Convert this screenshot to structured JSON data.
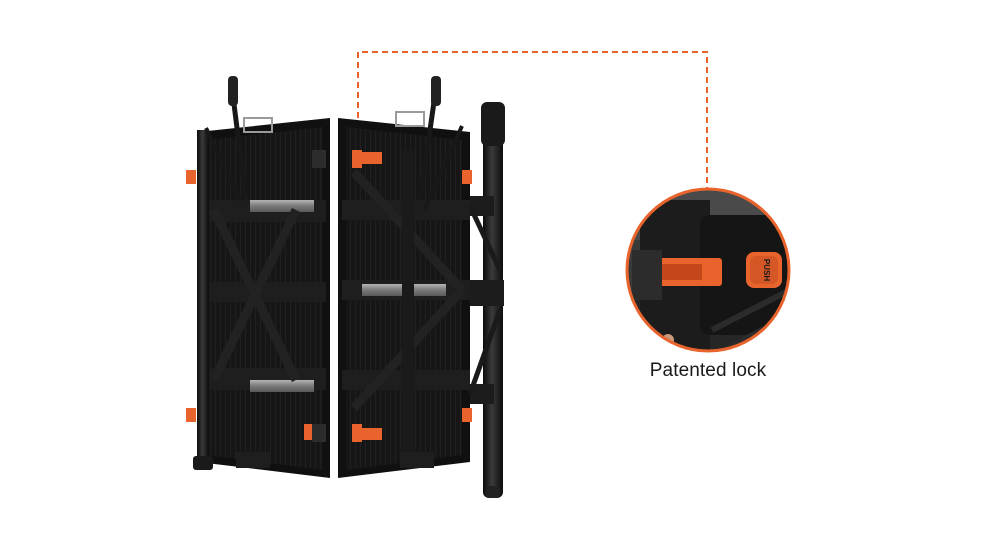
{
  "caption": {
    "text": "Patented lock"
  },
  "callout": {
    "button_text": "PUSH"
  },
  "colors": {
    "accent": "#e8642c",
    "panel": "#1b1b1b",
    "panel_dark": "#0e0e0e",
    "frame": "#2a2a2a",
    "rail": "#8f8f8f",
    "background": "#ffffff"
  },
  "icons": [
    "led-cabinet-panel",
    "support-pole",
    "patented-lock-closeup"
  ]
}
